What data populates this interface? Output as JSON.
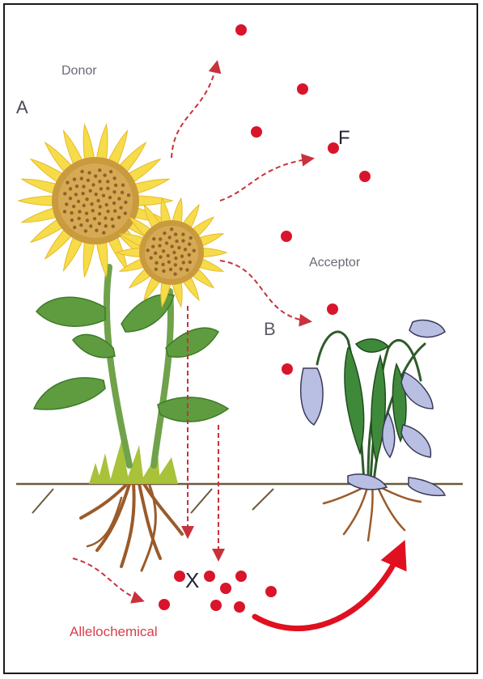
{
  "labels": {
    "donor": "Donor",
    "donor_letter": "A",
    "emission_letter": "F",
    "acceptor": "Acceptor",
    "acceptor_letter": "B",
    "soil_letter": "X",
    "allelochemical": "Allelochemical"
  },
  "colors": {
    "allelochemical_dot": "#d9152b",
    "arrow": "#c8323c",
    "soil_line": "#6b5a3e",
    "petal": "#f7dc4a",
    "seed_head": "#c99a3e",
    "stem": "#6fa24a",
    "leaf": "#5e9c3f",
    "root": "#9a5b2a",
    "wilted_flower": "#b9bfe2"
  },
  "icons": {
    "donor_plant": "sunflower-icon",
    "acceptor_plant": "wilted-flower-icon",
    "allelochemical": "red-dot-icon"
  }
}
